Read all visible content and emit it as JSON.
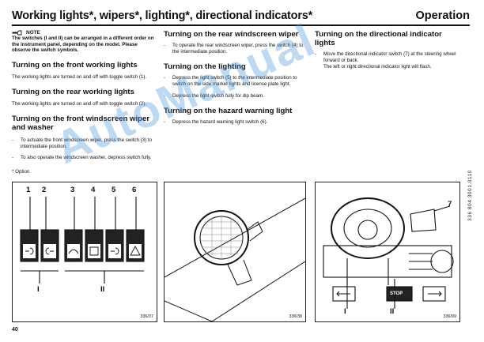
{
  "header": {
    "title": "Working lights*, wipers*, lighting*, directional indicators*",
    "section": "Operation"
  },
  "col1": {
    "note_label": "NOTE",
    "note_text": "The switches (I and II) can be arranged in a different order on the instrument panel, depending on the model. Please observe the switch symbols.",
    "s1_title": "Turning on the front working lights",
    "s1_text": "The working lights are turned on and off with toggle switch (1).",
    "s2_title": "Turning on the rear working lights",
    "s2_text": "The working lights are turned on and off with toggle switch (2).",
    "s3_title": "Turning on the front windscreen wiper and washer",
    "s3_items": [
      "To actuate the front windscreen wiper, press the switch (3) to intermediate position.",
      "To also operate the windscreen washer, depress switch fully."
    ],
    "footnote": "* Option"
  },
  "col2": {
    "s1_title": "Turning on the rear windscreen wiper",
    "s1_items": [
      "To operate the rear windscreen wiper, press the switch (4) to the intermediate position."
    ],
    "s2_title": "Turning on the lighting",
    "s2_items": [
      "Depress the light switch (5) to the intermediate position to switch on the side marker lights and license plate light.",
      "Depress the light switch fully for dip beam."
    ],
    "s3_title": "Turning on the hazard warning light",
    "s3_items": [
      "Depress the hazard warning light switch (6)."
    ]
  },
  "col3": {
    "s1_title": "Turning on the directional indicator lights",
    "s1_items": [
      "Move the directional indicator switch (7) at the steering wheel forward or back."
    ],
    "s1_after": "The left or right directional indicator light will flash."
  },
  "bullet": "-",
  "doc_code": "336 804 3001.0110",
  "page_number": "40",
  "figures": {
    "f1": {
      "numbers": [
        "1",
        "2",
        "3",
        "4",
        "5",
        "6"
      ],
      "group_i": "I",
      "group_ii": "II",
      "code": "336/37"
    },
    "f2": {
      "code": "336/38"
    },
    "f3": {
      "callout": "7",
      "group_i": "I",
      "group_ii": "II",
      "stop_label": "STOP",
      "code": "336/99"
    }
  },
  "watermark": "AutoManual"
}
